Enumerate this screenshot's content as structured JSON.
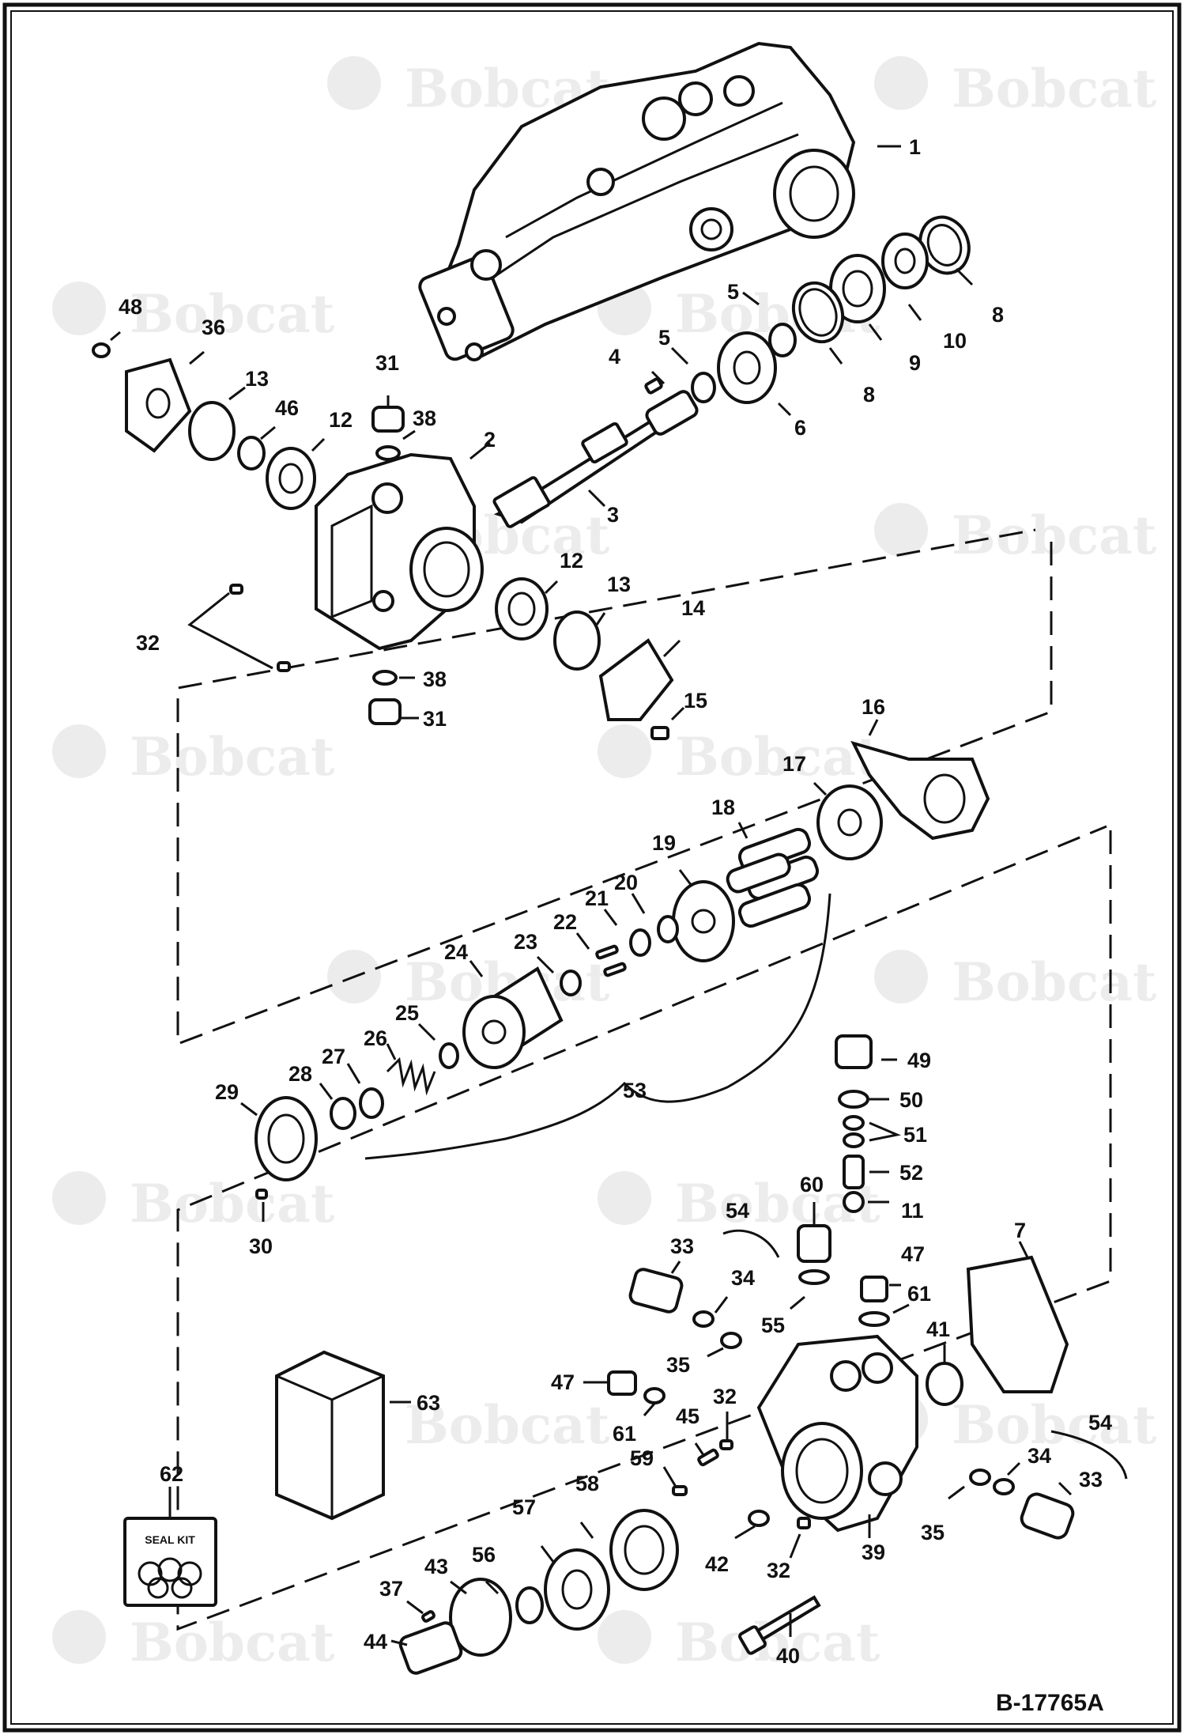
{
  "drawing": {
    "number": "B-17765A",
    "frame_color": "#111111",
    "background": "#ffffff",
    "watermark_text": "Bobcat"
  },
  "seal_kit": {
    "label": "SEAL KIT"
  },
  "callouts": {
    "c1": "1",
    "c2": "2",
    "c3": "3",
    "c4": "4",
    "c5a": "5",
    "c5b": "5",
    "c6": "6",
    "c7": "7",
    "c8a": "8",
    "c8b": "8",
    "c9": "9",
    "c10": "10",
    "c11": "11",
    "c12a": "12",
    "c12b": "12",
    "c13a": "13",
    "c13b": "13",
    "c14": "14",
    "c15": "15",
    "c16": "16",
    "c17": "17",
    "c18": "18",
    "c19": "19",
    "c20": "20",
    "c21": "21",
    "c22": "22",
    "c23": "23",
    "c24": "24",
    "c25": "25",
    "c26": "26",
    "c27": "27",
    "c28": "28",
    "c29": "29",
    "c30": "30",
    "c31a": "31",
    "c31b": "31",
    "c32a": "32",
    "c32b": "32",
    "c32c": "32",
    "c33a": "33",
    "c33b": "33",
    "c34a": "34",
    "c34b": "34",
    "c35a": "35",
    "c35b": "35",
    "c36": "36",
    "c37": "37",
    "c38a": "38",
    "c38b": "38",
    "c39": "39",
    "c40": "40",
    "c41": "41",
    "c42": "42",
    "c43": "43",
    "c44": "44",
    "c45": "45",
    "c46": "46",
    "c47a": "47",
    "c47b": "47",
    "c48": "48",
    "c49": "49",
    "c50": "50",
    "c51": "51",
    "c52": "52",
    "c53": "53",
    "c54a": "54",
    "c54b": "54",
    "c55": "55",
    "c56": "56",
    "c57": "57",
    "c58": "58",
    "c59": "59",
    "c60": "60",
    "c61a": "61",
    "c61b": "61",
    "c62": "62",
    "c63": "63"
  }
}
